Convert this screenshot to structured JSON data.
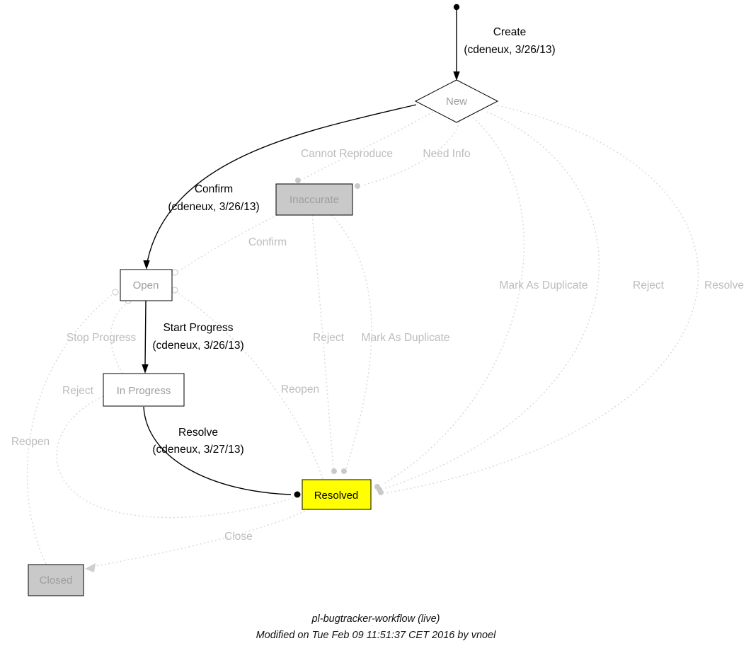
{
  "footer": {
    "title": "pl-bugtracker-workflow (live)",
    "modified": "Modified on Tue Feb 09 11:51:37 CET 2016 by vnoel"
  },
  "nodes": {
    "new": "New",
    "inaccurate": "Inaccurate",
    "open": "Open",
    "in_progress": "In Progress",
    "resolved": "Resolved",
    "closed": "Closed"
  },
  "edges": {
    "create": {
      "label": "Create",
      "detail": "(cdeneux, 3/26/13)"
    },
    "confirm": {
      "label": "Confirm",
      "detail": "(cdeneux, 3/26/13)"
    },
    "start_progress": {
      "label": "Start Progress",
      "detail": "(cdeneux, 3/26/13)"
    },
    "resolve": {
      "label": "Resolve",
      "detail": "(cdeneux, 3/27/13)"
    },
    "cannot_reproduce": "Cannot Reproduce",
    "need_info": "Need Info",
    "confirm_dotted": "Confirm",
    "stop_progress": "Stop Progress",
    "reject_left": "Reject",
    "reopen_left": "Reopen",
    "reject_mid": "Reject",
    "mark_as_duplicate_mid": "Mark As Duplicate",
    "reopen_mid": "Reopen",
    "mark_as_duplicate_right": "Mark As Duplicate",
    "reject_right": "Reject",
    "resolve_right": "Resolve",
    "close": "Close"
  },
  "colors": {
    "resolved_fill": "#ffff00",
    "disabled_fill": "#c9c9c9",
    "node_fill": "#ffffff",
    "edge_solid": "#000000",
    "edge_dotted": "#d8d8d8",
    "label_gray": "#bcbcbc",
    "node_label_gray": "#9e9e9e"
  }
}
